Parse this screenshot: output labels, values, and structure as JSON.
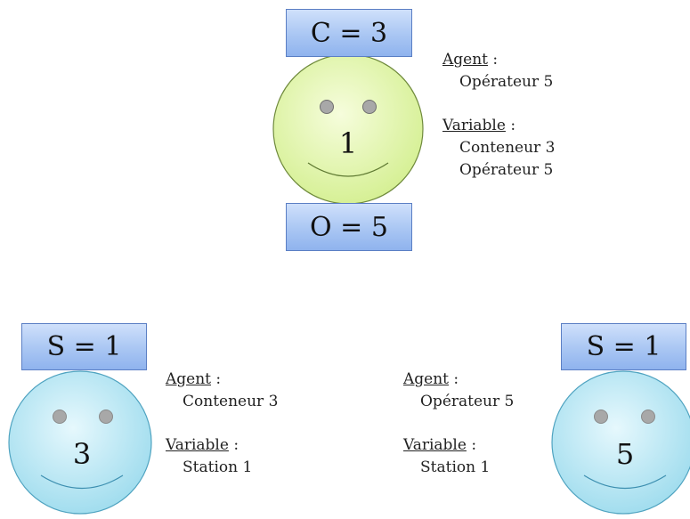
{
  "agents": [
    {
      "id": "top",
      "tag_top": "C = 3",
      "tag_bottom": "O = 5",
      "face_number": "1",
      "face_color": "green",
      "agent_heading": "Agent",
      "agent_separator": " :",
      "agent_values": [
        "Opérateur 5"
      ],
      "variable_heading": "Variable",
      "variable_separator": " :",
      "variable_values": [
        "Conteneur 3",
        "Opérateur 5"
      ]
    },
    {
      "id": "bottom-left",
      "tag_top": "S = 1",
      "face_number": "3",
      "face_color": "blue",
      "agent_heading": "Agent",
      "agent_separator": " :",
      "agent_values": [
        "Conteneur 3"
      ],
      "variable_heading": "Variable",
      "variable_separator": " :",
      "variable_values": [
        "Station 1"
      ]
    },
    {
      "id": "bottom-right",
      "tag_top": "S = 1",
      "face_number": "5",
      "face_color": "blue",
      "agent_heading": "Agent",
      "agent_separator": " :",
      "agent_values": [
        "Opérateur 5"
      ],
      "variable_heading": "Variable",
      "variable_separator": " :",
      "variable_values": [
        "Station 1"
      ]
    }
  ],
  "colors": {
    "green_face_light": "#f4fcd6",
    "green_face_dark": "#d3ef8e",
    "green_face_stroke": "#6f8a3c",
    "blue_face_light": "#e2f7fd",
    "blue_face_dark": "#9bdcee",
    "blue_face_stroke": "#4fa3c0",
    "eye_fill": "#a6a6a6",
    "tag_border": "#5b7fc4"
  }
}
